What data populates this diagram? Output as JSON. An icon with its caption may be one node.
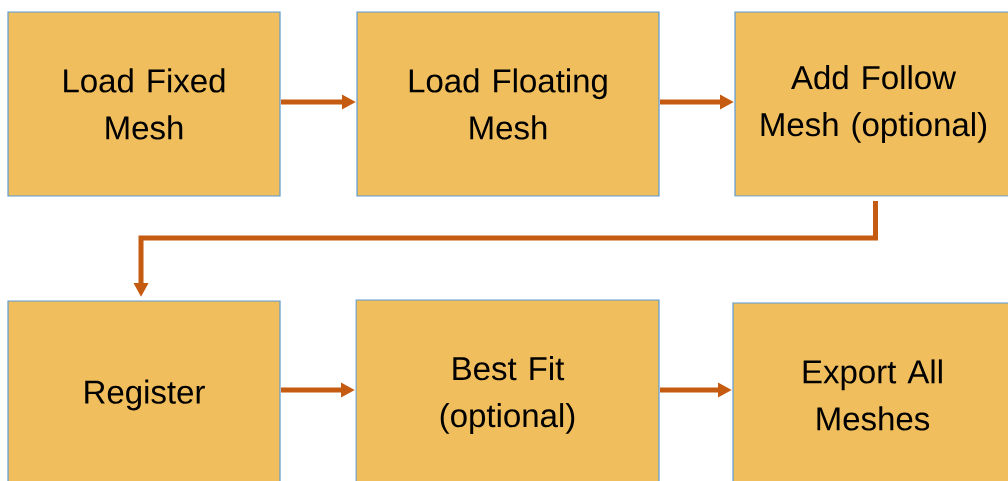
{
  "diagram": {
    "nodes": [
      {
        "text": [
          "Load Fixed Mesh"
        ]
      },
      {
        "text": [
          "Load Floating Mesh"
        ]
      },
      {
        "text": [
          "Add Follow Mesh (optional)"
        ]
      },
      {
        "text": [
          "Register"
        ]
      },
      {
        "text": [
          "Best Fit (optional)"
        ]
      },
      {
        "text": [
          "Export All Meshes"
        ]
      }
    ],
    "edges": [
      {
        "from": 0,
        "to": 1,
        "arrow": "to"
      },
      {
        "from": 1,
        "to": 2,
        "arrow": "to"
      },
      {
        "from": 2,
        "to": 3,
        "arrow": "to"
      },
      {
        "from": 3,
        "to": 4,
        "arrow": "to"
      },
      {
        "from": 4,
        "to": 5,
        "arrow": "to"
      }
    ]
  }
}
